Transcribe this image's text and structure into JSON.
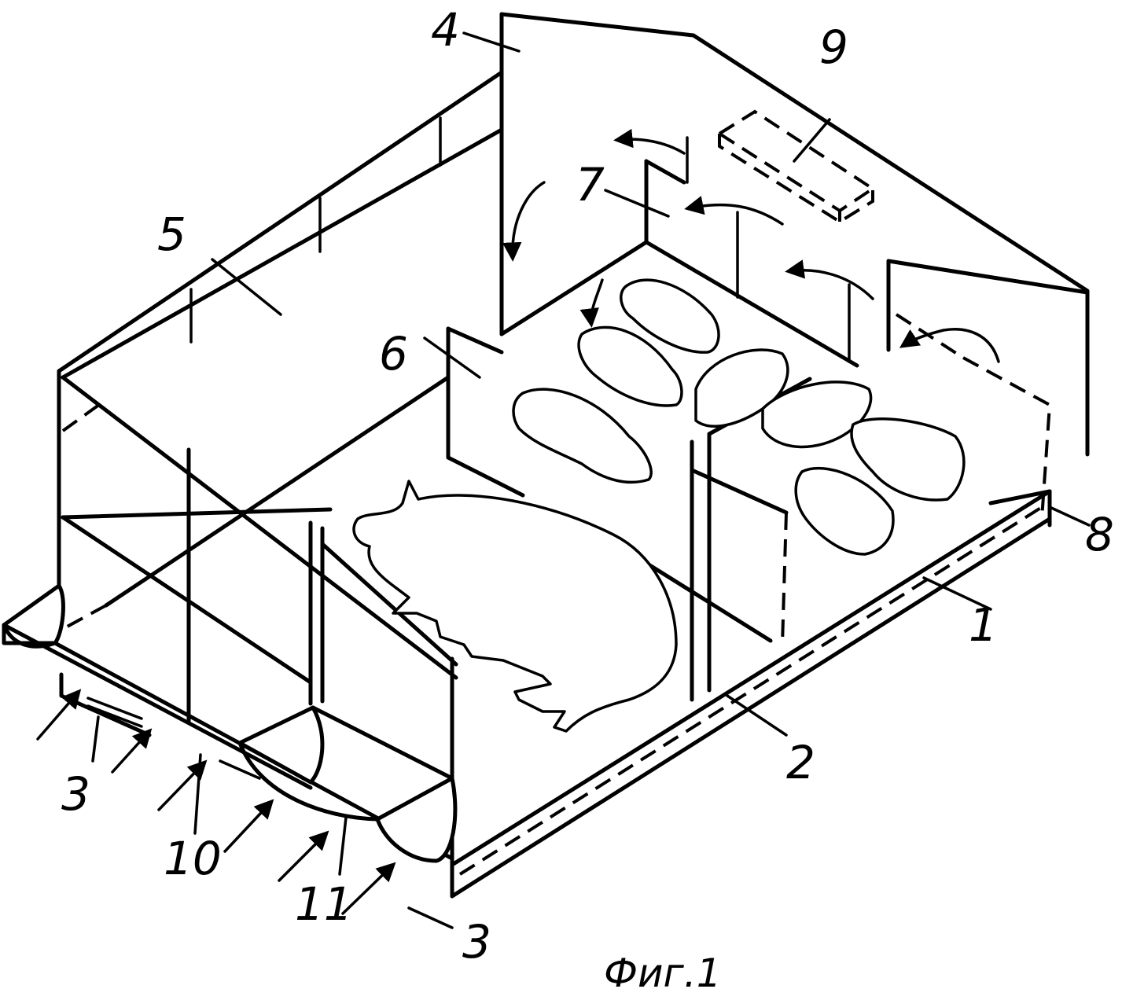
{
  "caption": "Фиг.1",
  "labels": {
    "l1": "1",
    "l2": "2",
    "l3a": "3",
    "l3b": "3",
    "l4": "4",
    "l5": "5",
    "l6": "6",
    "l7": "7",
    "l8": "8",
    "l9": "9",
    "l10": "10",
    "l11": "11"
  }
}
